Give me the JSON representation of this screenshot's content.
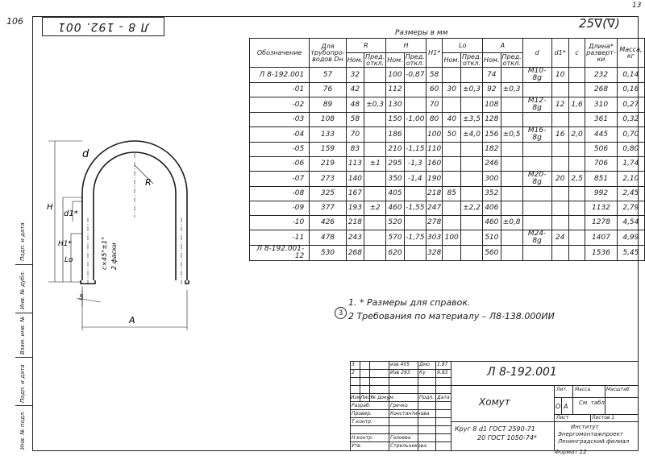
{
  "header": {
    "doc_number_rotated": "Л 8 - 192. 001",
    "sheet_mark": "106",
    "corner_mark": "13",
    "sizes_label": "Размеры в мм",
    "roughness": "25∇(∇)"
  },
  "side_labels": [
    "Подп. и дата",
    "Инв. № дубл.",
    "Взам. инв. №",
    "Подп. и дата",
    "Инв. № подл."
  ],
  "drawing_labels": {
    "d": "d",
    "R": "R",
    "H": "H",
    "H1": "H1*",
    "d1": "d1*",
    "Lo": "Lo",
    "A": "A",
    "s": "5",
    "chamfer": "c×45°±1°",
    "chamfer2": "2 фаски"
  },
  "table": {
    "headers": {
      "designation": "Обозначение",
      "for_pipes": "Для трубопро-водов Dн",
      "R": "R",
      "H": "H",
      "H1": "H1*",
      "Lo": "Lo",
      "A": "A",
      "d": "d",
      "d1": "d1*",
      "c": "c",
      "length": "Длина* разверт-ки",
      "mass": "Масса, кг",
      "nom": "Ном.",
      "dev": "Пред. откл."
    },
    "rows": [
      {
        "des": "Л 8-192.001",
        "dn": "57",
        "r": "32",
        "h": "100",
        "hd": "-0,87",
        "h1": "58",
        "lo": "",
        "lod": "",
        "a": "74",
        "ad": "",
        "d": "М10-8g",
        "d1": "10",
        "c": "",
        "len": "232",
        "m": "0,14"
      },
      {
        "des": "-01",
        "dn": "76",
        "r": "42",
        "h": "112",
        "hd": "",
        "h1": "60",
        "lo": "30",
        "lod": "±0,3",
        "a": "92",
        "ad": "±0,3",
        "d": "",
        "d1": "",
        "c": "",
        "len": "268",
        "m": "0,16"
      },
      {
        "des": "-02",
        "dn": "89",
        "r": "48",
        "h": "130",
        "hd": "",
        "h1": "70",
        "lo": "",
        "lod": "",
        "a": "108",
        "ad": "",
        "d": "М12-8g",
        "d1": "12",
        "c": "1,6",
        "len": "310",
        "m": "0,27"
      },
      {
        "des": "-03",
        "dn": "108",
        "r": "58",
        "h": "150",
        "hd": "-1,00",
        "h1": "80",
        "lo": "40",
        "lod": "±3,5",
        "a": "128",
        "ad": "",
        "d": "",
        "d1": "",
        "c": "",
        "len": "361",
        "m": "0,32"
      },
      {
        "des": "-04",
        "dn": "133",
        "r": "70",
        "h": "186",
        "hd": "",
        "h1": "100",
        "lo": "50",
        "lod": "±4,0",
        "a": "156",
        "ad": "±0,5",
        "d": "М16-8g",
        "d1": "16",
        "c": "2,0",
        "len": "445",
        "m": "0,70"
      },
      {
        "des": "-05",
        "dn": "159",
        "r": "83",
        "h": "210",
        "hd": "-1,15",
        "h1": "110",
        "lo": "",
        "lod": "",
        "a": "182",
        "ad": "",
        "d": "",
        "d1": "",
        "c": "",
        "len": "506",
        "m": "0,80"
      },
      {
        "des": "-06",
        "dn": "219",
        "r": "113",
        "h": "295",
        "hd": "-1,3",
        "h1": "160",
        "lo": "",
        "lod": "",
        "a": "246",
        "ad": "",
        "d": "",
        "d1": "",
        "c": "",
        "len": "706",
        "m": "1,74"
      },
      {
        "des": "-07",
        "dn": "273",
        "r": "140",
        "h": "350",
        "hd": "-1,4",
        "h1": "190",
        "lo": "",
        "lod": "",
        "a": "300",
        "ad": "",
        "d": "М20-8g",
        "d1": "20",
        "c": "2,5",
        "len": "851",
        "m": "2,10"
      },
      {
        "des": "-08",
        "dn": "325",
        "r": "167",
        "h": "405",
        "hd": "",
        "h1": "218",
        "lo": "85",
        "lod": "",
        "a": "352",
        "ad": "",
        "d": "",
        "d1": "",
        "c": "",
        "len": "992",
        "m": "2,45"
      },
      {
        "des": "-09",
        "dn": "377",
        "r": "193",
        "h": "460",
        "hd": "-1,55",
        "h1": "247",
        "lo": "",
        "lod": "±2,2",
        "a": "406",
        "ad": "",
        "d": "",
        "d1": "",
        "c": "",
        "len": "1132",
        "m": "2,79"
      },
      {
        "des": "-10",
        "dn": "426",
        "r": "218",
        "h": "520",
        "hd": "",
        "h1": "278",
        "lo": "",
        "lod": "",
        "a": "460",
        "ad": "±0,8",
        "d": "",
        "d1": "",
        "c": "",
        "len": "1278",
        "m": "4,54"
      },
      {
        "des": "-11",
        "dn": "478",
        "r": "243",
        "h": "570",
        "hd": "-1,75",
        "h1": "303",
        "lo": "100",
        "lod": "",
        "a": "510",
        "ad": "",
        "d": "М24-8g",
        "d1": "24",
        "c": "",
        "len": "1407",
        "m": "4,99"
      },
      {
        "des": "Л 8-192.001-12",
        "dn": "530",
        "r": "268",
        "h": "620",
        "hd": "",
        "h1": "328",
        "lo": "",
        "lod": "",
        "a": "560",
        "ad": "",
        "d": "",
        "d1": "",
        "c": "",
        "len": "1536",
        "m": "5,45"
      }
    ],
    "r_dev_a": "±0,3",
    "r_dev_b": "±1",
    "r_dev_c": "±2"
  },
  "notes": {
    "n1": "1. * Размеры для справок.",
    "n2": "2  Требования по материалу – Л8-138.000ИИ",
    "circle": "3"
  },
  "title_block": {
    "doc_no": "Л 8-192.001",
    "name": "Хомут",
    "material_line1": "Круг  8 d1 ГОСТ 2590-71",
    "material_line2": "20 ГОСТ 1050-74*",
    "lit": "Лит.",
    "mass": "Масса",
    "scale": "Масштаб",
    "sm_tabl": "См. табл.",
    "lit_vals": [
      "О",
      "А"
    ],
    "sheet": "Лист",
    "sheets": "Листов 1",
    "org_line1": "Институт",
    "org_line2": "Энергомонтажпроект",
    "org_line3": "Ленинградский филиал",
    "format": "Формат 12",
    "rev_rows": [
      {
        "n": "3",
        "doc": "изв 405",
        "sig": "Дмо",
        "date": "1.87"
      },
      {
        "n": "2",
        "doc": "Изв 293",
        "sig": "Ку",
        "date": "9.83"
      }
    ],
    "col_labels": [
      "Изм",
      "Лист",
      "№ докум.",
      "Подп.",
      "Дата"
    ],
    "roles": [
      {
        "role": "Разраб.",
        "name": "Гречко"
      },
      {
        "role": "Провер.",
        "name": "Константинова"
      },
      {
        "role": "Т.контр.",
        "name": ""
      },
      {
        "role": "Н.контр.",
        "name": "Галоева"
      },
      {
        "role": "Утв.",
        "name": "Стрельникова"
      }
    ]
  }
}
